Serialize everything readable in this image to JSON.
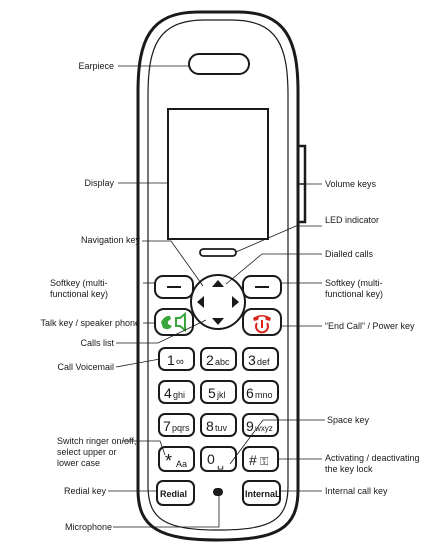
{
  "labels": {
    "earpiece": "Earpiece",
    "display": "Display",
    "volume_keys": "Volume keys",
    "led_indicator": "LED indicator",
    "navigation_key": "Navigation key",
    "dialled_calls": "Dialled calls",
    "softkey_left_line1": "Softkey (multi-",
    "softkey_left_line2": "functional key)",
    "softkey_right_line1": "Softkey (multi-",
    "softkey_right_line2": "functional key)",
    "talk_key": "Talk key / speaker phone",
    "end_call": "“End Call” / Power key",
    "calls_list": "Calls list",
    "call_voicemail": "Call Voicemail",
    "space_key": "Space key",
    "switch_ringer_line1": "Switch ringer on/off,",
    "switch_ringer_line2": "select upper or",
    "switch_ringer_line3": "lower case",
    "key_lock_line1": "Activating / deactivating",
    "key_lock_line2": "the key lock",
    "redial_key": "Redial key",
    "internal_call_key": "Internal call key",
    "microphone": "Microphone"
  },
  "keys": {
    "k1": {
      "digit": "1",
      "sub": "∞"
    },
    "k2": {
      "digit": "2",
      "sub": "abc"
    },
    "k3": {
      "digit": "3",
      "sub": "def"
    },
    "k4": {
      "digit": "4",
      "sub": "ghi"
    },
    "k5": {
      "digit": "5",
      "sub": "jkl"
    },
    "k6": {
      "digit": "6",
      "sub": "mno"
    },
    "k7": {
      "digit": "7",
      "sub": "pqrs"
    },
    "k8": {
      "digit": "8",
      "sub": "tuv"
    },
    "k9": {
      "digit": "9",
      "sub": "wxyz"
    },
    "kstar": {
      "digit": "*",
      "sub": "Aa"
    },
    "k0": {
      "digit": "0",
      "sub": "␣"
    },
    "khash": {
      "digit": "#",
      "sub": "⚿"
    },
    "redial": "Redial",
    "internal": "InternaL"
  },
  "colors": {
    "talk_green": "#3aa53a",
    "end_red": "#d9261c",
    "outline": "#1a1a1a"
  }
}
